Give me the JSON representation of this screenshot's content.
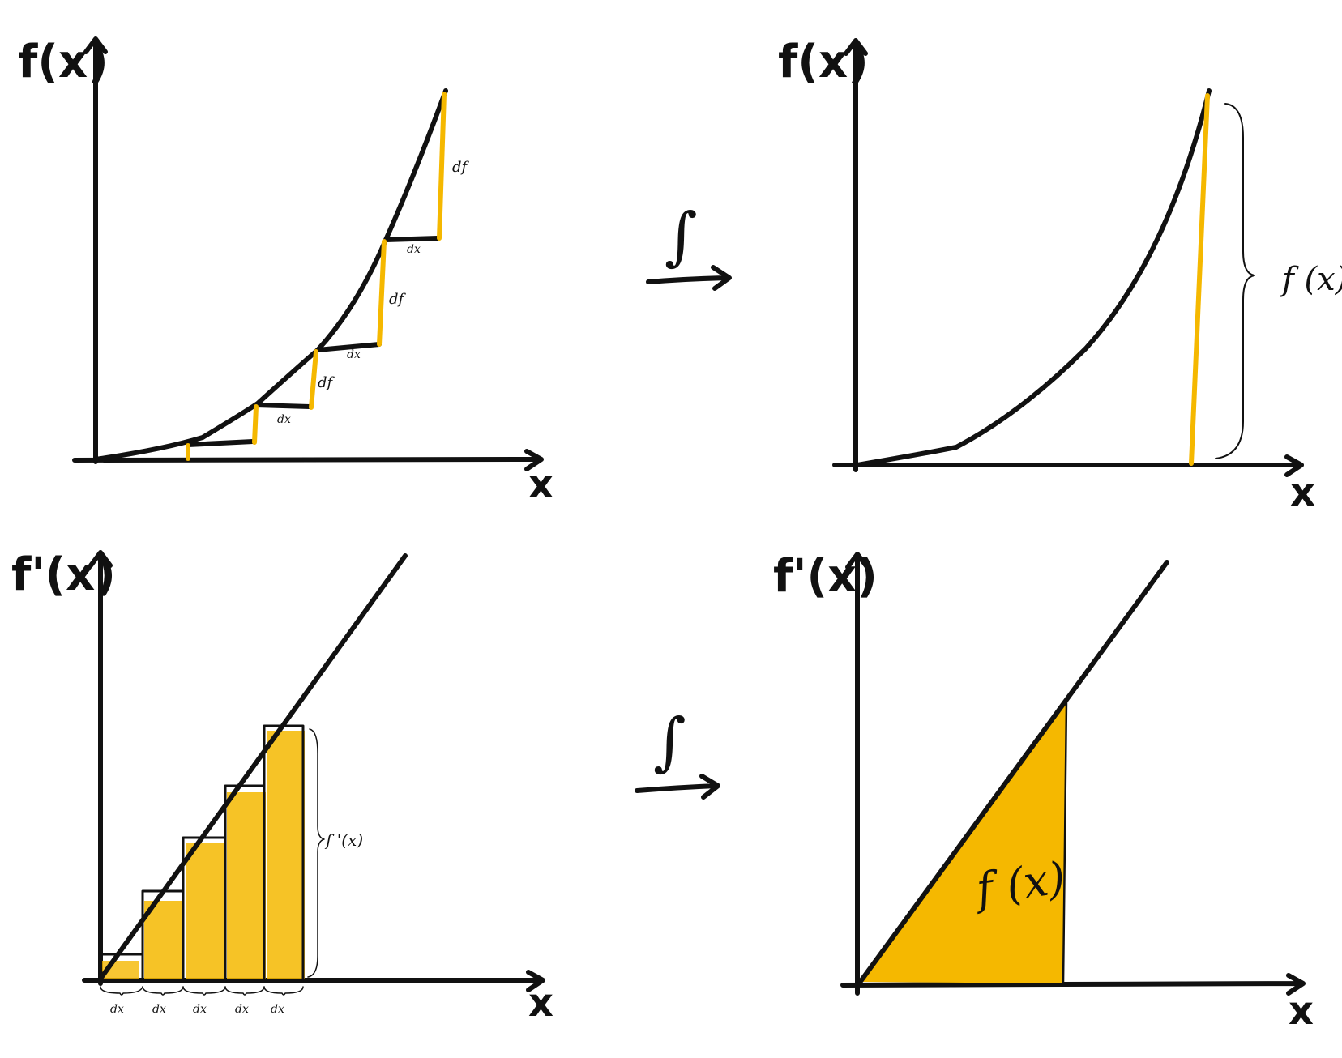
{
  "colors": {
    "ink": "#111111",
    "highlight": "#f5b800"
  },
  "panels": {
    "top_left": {
      "y_label": "f(x)",
      "x_label": "x",
      "step_labels": {
        "df_1": "df",
        "df_2": "df",
        "df_3": "df",
        "dx_1": "dx",
        "dx_2": "dx",
        "dx_3": "dx"
      }
    },
    "top_right": {
      "y_label": "f(x)",
      "x_label": "x",
      "brace_label": "f (x)"
    },
    "bottom_left": {
      "y_label": "f'(x)",
      "x_label": "x",
      "brace_label": "f '(x)",
      "dx_labels": [
        "dx",
        "dx",
        "dx",
        "dx",
        "dx"
      ]
    },
    "bottom_right": {
      "y_label": "f'(x)",
      "x_label": "x",
      "area_label": "f (x)"
    }
  },
  "transition_arrows": {
    "top": "∫",
    "bottom": "∫"
  }
}
